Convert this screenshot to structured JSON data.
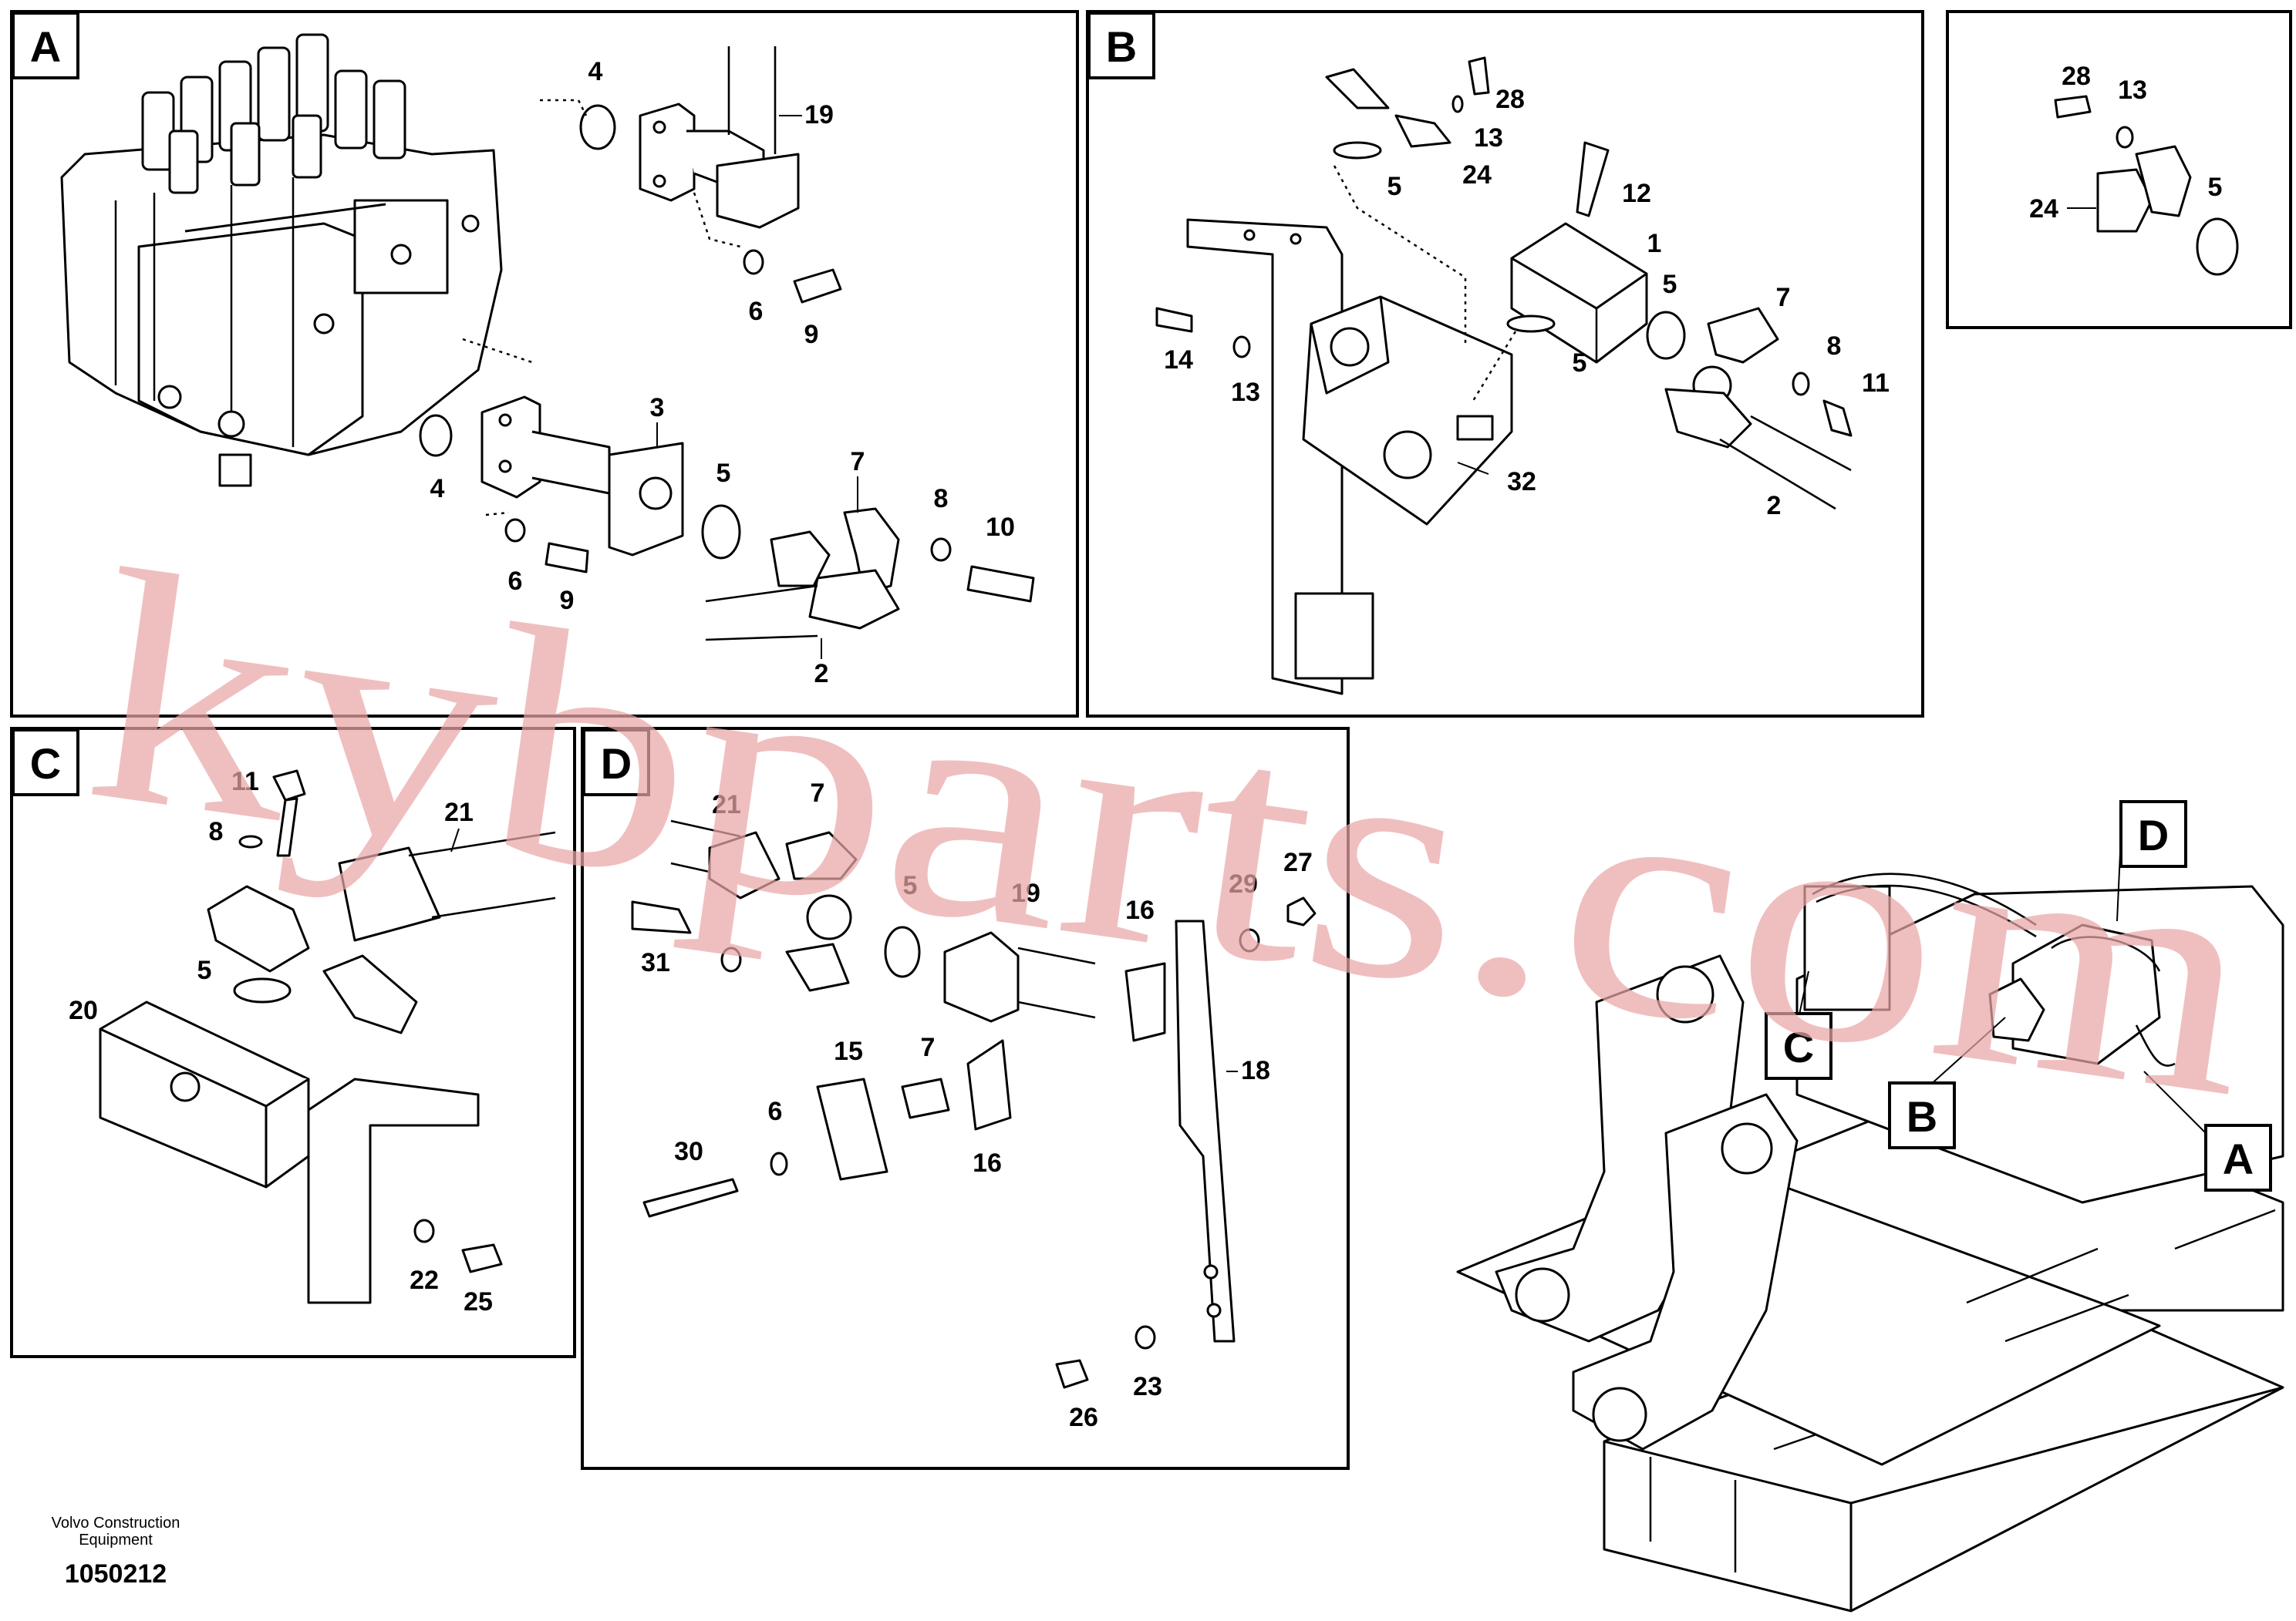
{
  "panels": [
    {
      "letter": "A"
    },
    {
      "letter": "B"
    },
    {
      "letter": "C"
    },
    {
      "letter": "D"
    }
  ],
  "callouts": {
    "A": [
      "4",
      "19",
      "6",
      "9",
      "4",
      "3",
      "5",
      "7",
      "8",
      "10",
      "6",
      "9",
      "2"
    ],
    "B": [
      "28",
      "13",
      "24",
      "5",
      "12",
      "1",
      "5",
      "7",
      "8",
      "11",
      "14",
      "13",
      "5",
      "32",
      "2"
    ],
    "detail": [
      "28",
      "13",
      "24",
      "5"
    ],
    "C": [
      "11",
      "21",
      "8",
      "5",
      "20",
      "22",
      "25"
    ],
    "D": [
      "21",
      "7",
      "5",
      "19",
      "16",
      "29",
      "27",
      "31",
      "15",
      "7",
      "18",
      "6",
      "30",
      "16",
      "26",
      "23"
    ]
  },
  "overview_labels": [
    "D",
    "C",
    "B",
    "A"
  ],
  "footer": {
    "brand_line1": "Volvo Construction",
    "brand_line2": "Equipment",
    "figure_number": "1050212"
  },
  "watermark": "kybparts.com",
  "colors": {
    "line": "#000000",
    "watermark": "#e9a6a6",
    "background": "#ffffff"
  }
}
